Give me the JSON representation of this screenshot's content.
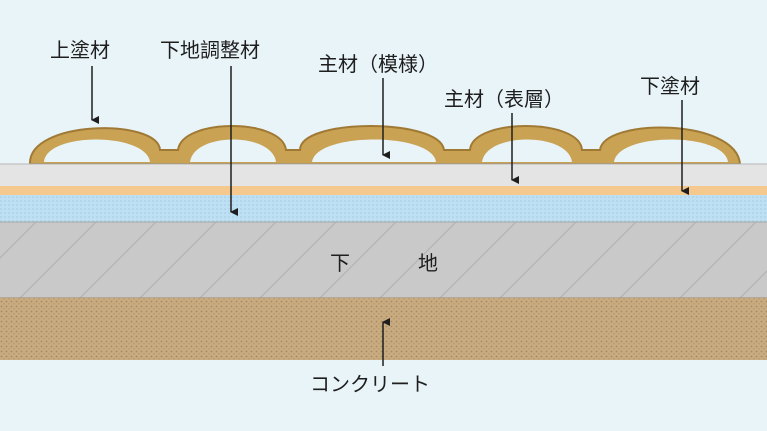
{
  "labels": {
    "top_coat": "上塗材",
    "base_adjuster": "下地調整材",
    "main_pattern": "主材（模様）",
    "main_surface": "主材（表層）",
    "under_coat": "下塗材",
    "substrate_left": "下",
    "substrate_right": "地",
    "concrete": "コンクリート"
  },
  "colors": {
    "background": "#e9f4f9",
    "pattern_fill": "#c9a253",
    "pattern_stroke": "#a07a35",
    "surface_layer": "#e4e4e4",
    "undercoat_layer": "#f5c98e",
    "adjuster_layer": "#bfe0f2",
    "substrate_layer": "#c9c9c9",
    "concrete_layer": "#c8ab80"
  }
}
